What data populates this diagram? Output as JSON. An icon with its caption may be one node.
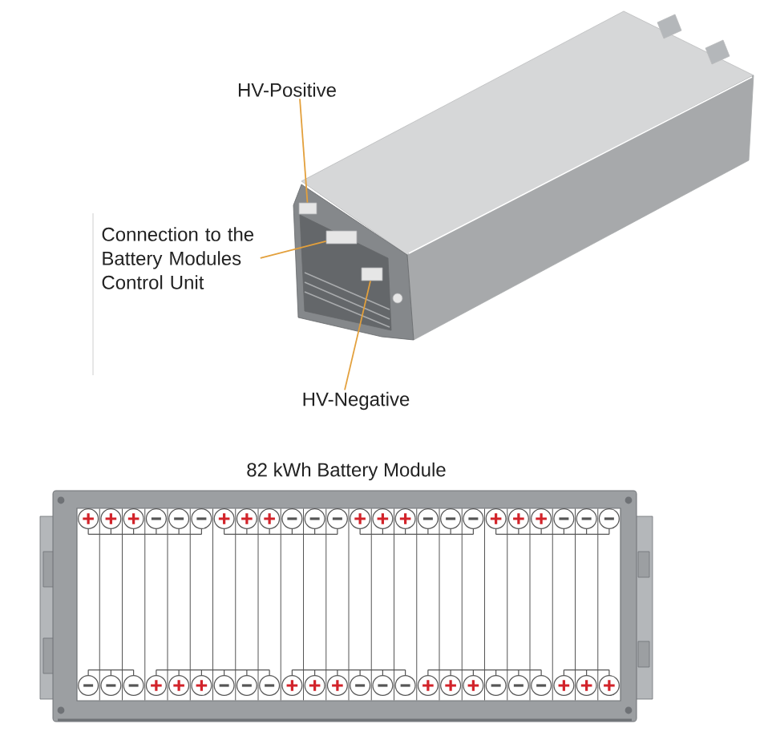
{
  "diagram": {
    "nodes": [
      {
        "text": [
          "HV-Positive"
        ]
      },
      {
        "text": [
          "Connection to the Battery Modules Control Unit"
        ]
      },
      {
        "text": [
          "HV-Negative"
        ]
      },
      {
        "text": [],
        "shape": "box"
      },
      {
        "text": [],
        "shape": "box"
      },
      {
        "text": [],
        "shape": "box"
      }
    ],
    "edges": [
      {
        "from": 0,
        "to": 3,
        "arrow": "none"
      },
      {
        "from": 1,
        "to": 4,
        "arrow": "none"
      },
      {
        "from": 2,
        "to": 5,
        "arrow": "none"
      }
    ],
    "labels": [
      "82 kWh Battery Module"
    ]
  }
}
